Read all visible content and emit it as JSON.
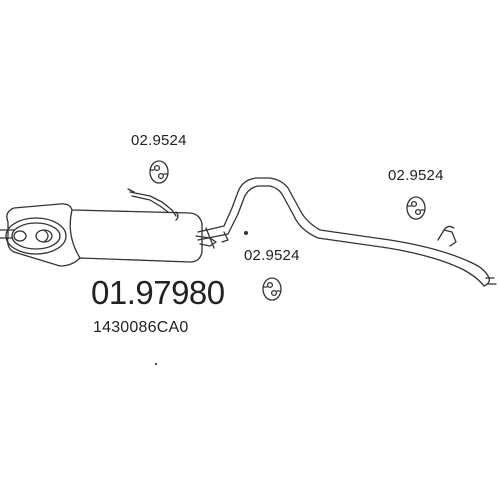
{
  "diagram": {
    "part_number": "01.97980",
    "oem_number": "1430086CA0",
    "hanger_labels": [
      "02.9524",
      "02.9524",
      "02.9524"
    ]
  },
  "colors": {
    "line": "#333333",
    "text": "#222222",
    "background": "#ffffff"
  },
  "icons": {
    "muffler": "rear-silencer-drawing",
    "pipe": "tail-pipe-drawing",
    "hanger": "rubber-hanger-drawing"
  }
}
